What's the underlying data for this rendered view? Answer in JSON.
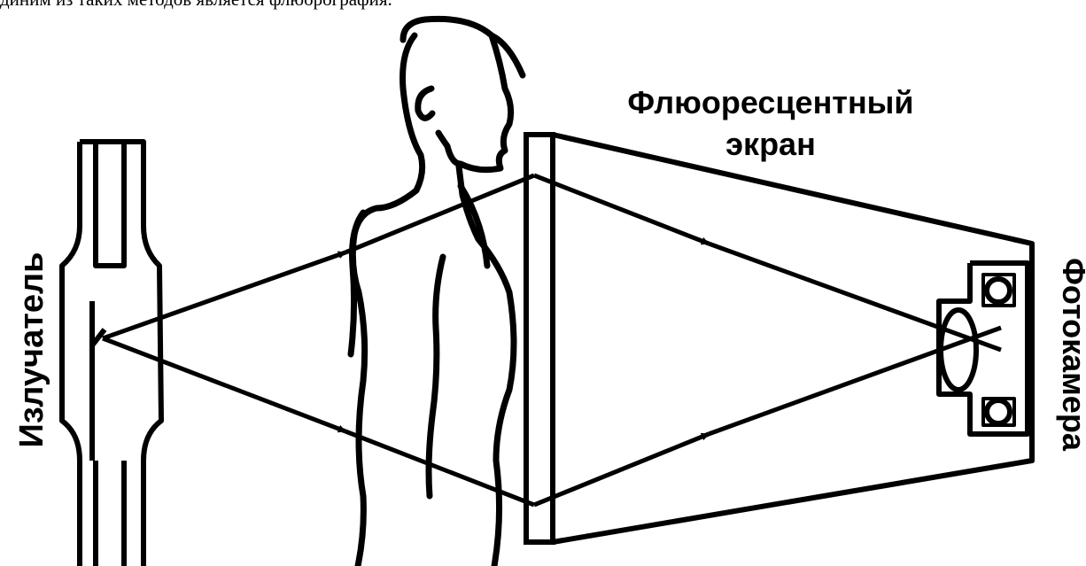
{
  "header_text": "диним из таких методов является флюорография.",
  "labels": {
    "emitter": "Излучатель",
    "screen_line1": "Флюоресцентный",
    "screen_line2": "экран",
    "camera": "Фотокамера"
  },
  "colors": {
    "line": "#000000",
    "background": "#ffffff"
  }
}
